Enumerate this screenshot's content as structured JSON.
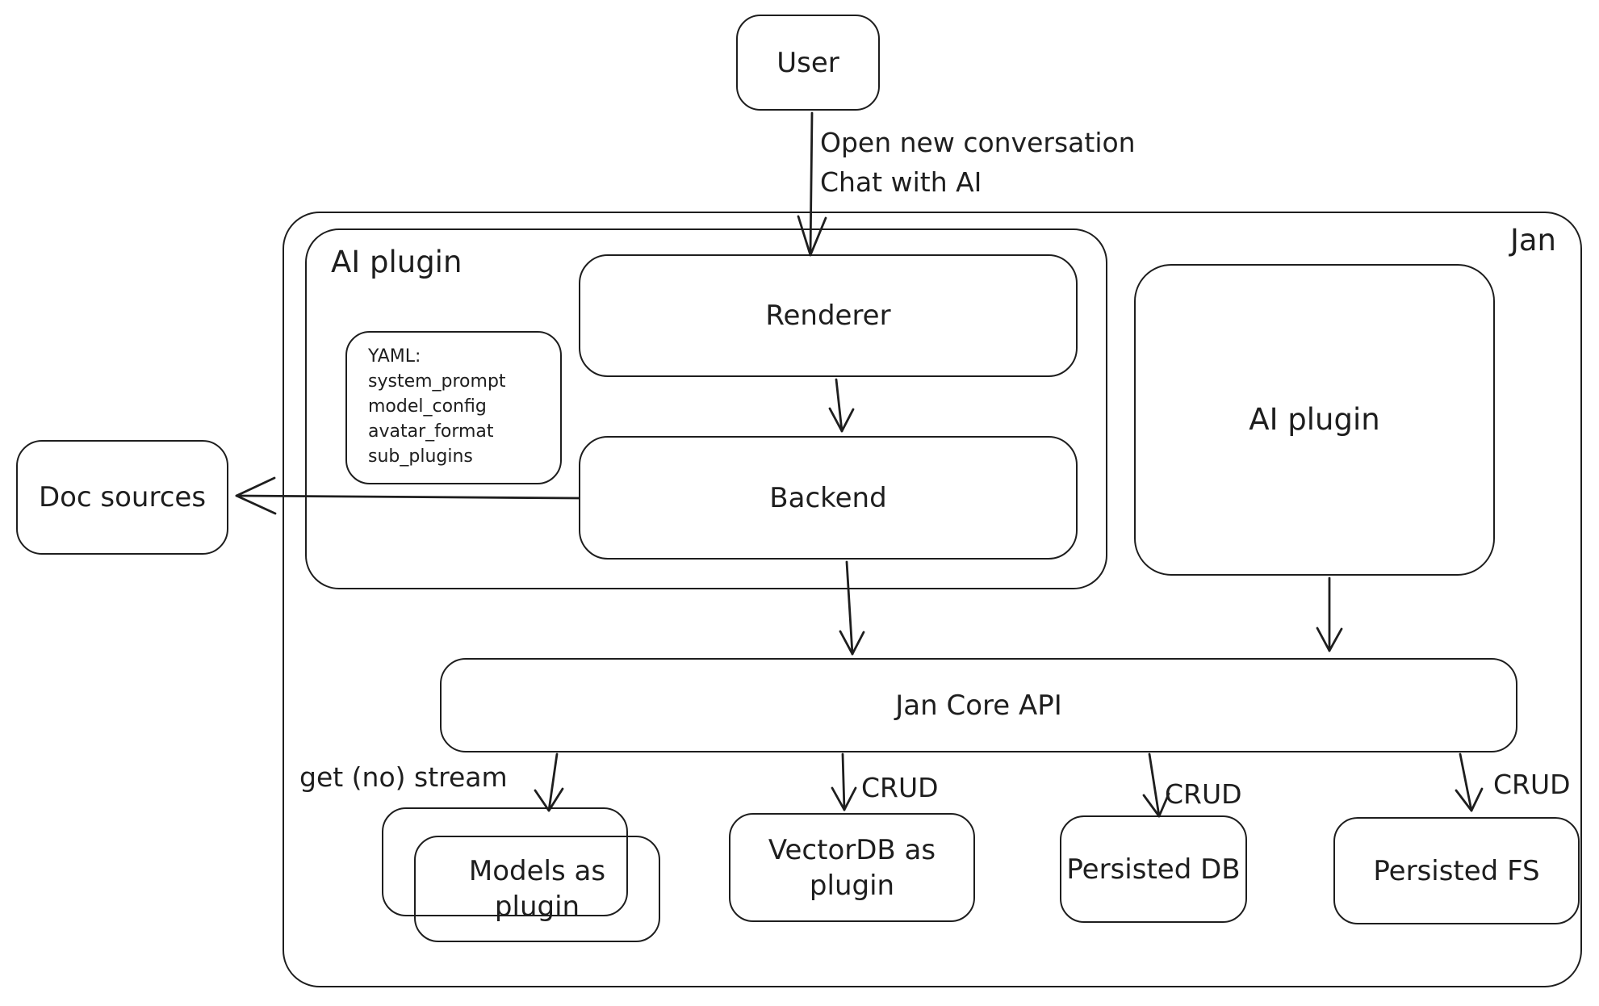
{
  "diagram": {
    "outer_label": "Jan",
    "nodes": {
      "user": "User",
      "ai_plugin_left": "AI plugin",
      "renderer": "Renderer",
      "backend": "Backend",
      "ai_plugin_right": "AI plugin",
      "doc_sources": "Doc sources",
      "jan_core_api": "Jan Core API",
      "models_as_plugin": "Models as plugin",
      "vectordb_as_plugin": "VectorDB as plugin",
      "persisted_db": "Persisted DB",
      "persisted_fs": "Persisted FS"
    },
    "yaml_note": {
      "lines": [
        "YAML:",
        "system_prompt",
        "model_config",
        "avatar_format",
        "sub_plugins"
      ]
    },
    "edge_labels": {
      "user_flow": [
        "Open new conversation",
        "Chat with AI"
      ],
      "models_edge": "get (no) stream",
      "vectordb_edge": "CRUD",
      "persisted_db_edge": "CRUD",
      "persisted_fs_edge": "CRUD"
    },
    "colors": {
      "stroke": "#1e1e1e",
      "background": "#ffffff"
    }
  }
}
